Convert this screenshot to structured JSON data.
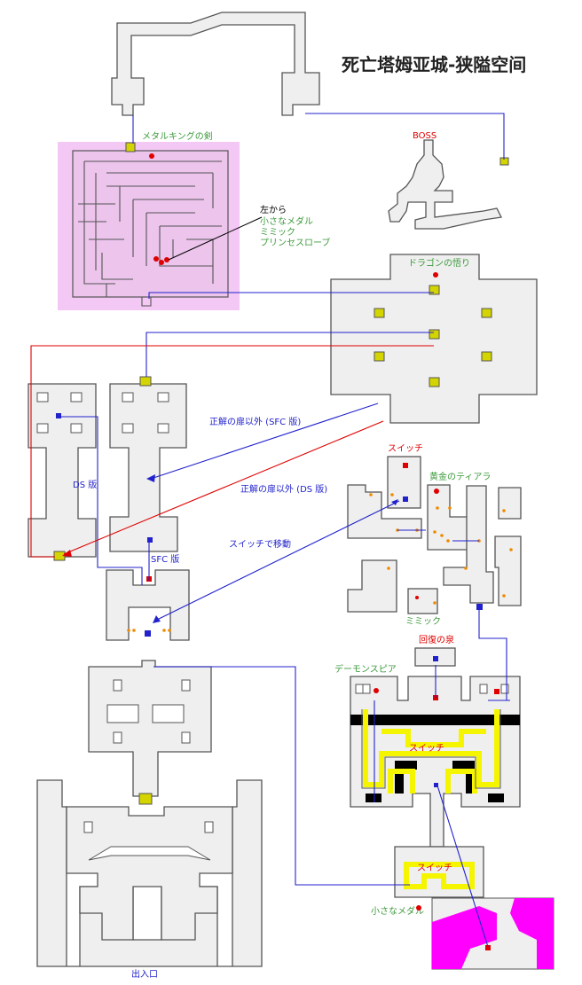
{
  "title": "死亡塔姆亚城-狭隘空间",
  "labels": {
    "metal_king_sword": "メタルキングの剣",
    "boss": "BOSS",
    "left_from": "左から",
    "small_medal": "小さなメダル",
    "mimic": "ミミック",
    "princess_robe": "プリンセスローブ",
    "dragon_enlightenment": "ドラゴンの悟り",
    "wrong_door_sfc": "正解の扉以外 (SFC 版)",
    "wrong_door_ds": "正解の扉以外 (DS 版)",
    "ds_version": "DS 版",
    "sfc_version": "SFC 版",
    "switch_top": "スイッチ",
    "golden_tiara": "黄金のティアラ",
    "move_by_switch": "スイッチで移動",
    "mimic_2": "ミミック",
    "recovery_spring": "回復の泉",
    "demon_spear": "デーモンスピア",
    "switch_mid": "スイッチ",
    "switch_low": "スイッチ",
    "small_medal_2": "小さなメダル",
    "entrance": "出入口"
  },
  "colors": {
    "floor": "#efefef",
    "wall_outline": "#555555",
    "maze_area": "#f4c8f4",
    "maze_floor": "#ecc4ec",
    "chest": "#d4d400",
    "blue_route": "#2222cc",
    "red_route": "#e00000",
    "switch_path": "#f5f500",
    "magenta_zone": "#ff00ff",
    "marker_orange": "#f08a00"
  }
}
